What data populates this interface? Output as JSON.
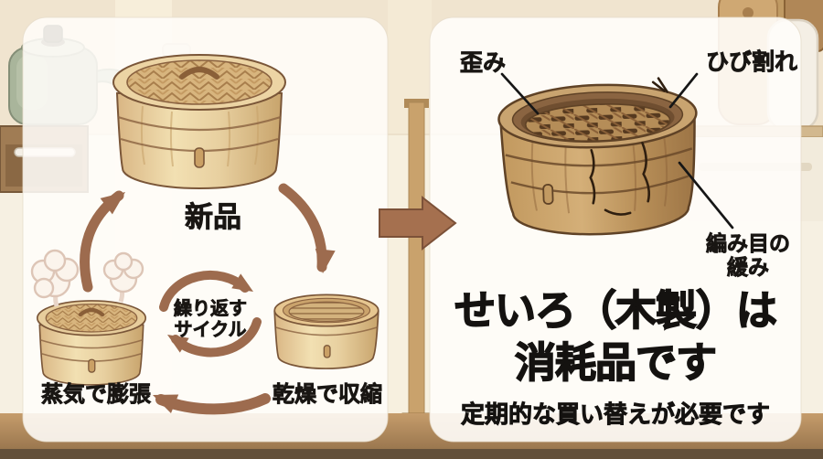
{
  "left_panel": {
    "new_label": "新品",
    "cycle_line1": "繰り返す",
    "cycle_line2": "サイクル",
    "steam_label": "蒸気で膨張",
    "dry_label": "乾燥で収縮"
  },
  "right_panel": {
    "warp_label": "歪み",
    "crack_label": "ひび割れ",
    "weave_line1": "編み目の",
    "weave_line2": "緩み",
    "title_line1": "せいろ（木製）は",
    "title_line2": "消耗品です",
    "subtitle": "定期的な買い替えが必要です"
  },
  "colors": {
    "arrow_brown": "#9d6b4e",
    "text_black": "#191613",
    "wall_beige": "#f0e4cf",
    "counter_cream": "#f6f0e2",
    "table_wood": "#b8935f",
    "panel_white": "#fffdf9",
    "wood_light": "#ecd4a4",
    "wood_dark": "#b68a52"
  }
}
